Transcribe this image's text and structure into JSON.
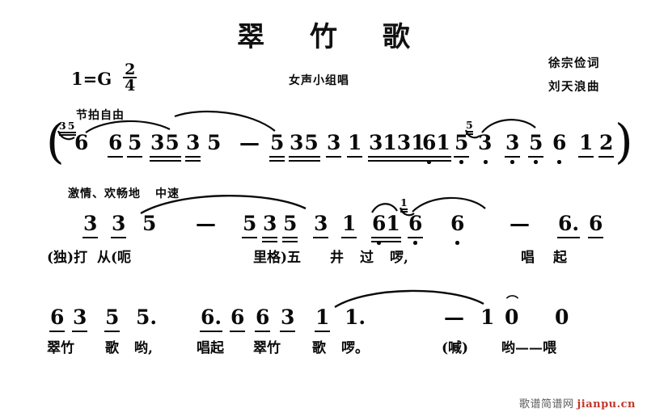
{
  "document": {
    "title": "翠 竹 歌",
    "voicing": "女声小组唱",
    "key_signature": "1=G",
    "key_equals": "=",
    "key_tonic": "1",
    "key_note": "G",
    "time_signature_numerator": "2",
    "time_signature_denominator": "4",
    "lyricist_credit": "徐宗俭词",
    "composer_credit": "刘天浪曲",
    "watermark_text": "歌谱简谱网",
    "watermark_site": "jianpu.cn",
    "watermark_color": "#c0392b"
  },
  "expressions": {
    "free_tempo": "节拍自由",
    "mood": "激情、欢畅地",
    "tempo": "中速"
  },
  "systems": [
    {
      "id": "system-1",
      "open_paren": "(",
      "close_paren": ")",
      "grace_notes": [
        {
          "text": "35",
          "at_note": "6"
        },
        {
          "text": "5",
          "at_note": "3"
        }
      ],
      "notes": [
        "6",
        "6",
        "5",
        "35",
        "3",
        "5",
        "—",
        "5",
        "35",
        "3",
        "1",
        "3131",
        "61",
        "5",
        "3",
        "3",
        "5",
        "6",
        "1",
        "2"
      ],
      "lyrics": []
    },
    {
      "id": "system-2",
      "grace_notes": [
        {
          "text": "1",
          "at_note": "6"
        }
      ],
      "notes": [
        "3",
        "3",
        "5",
        "—",
        "5",
        "3",
        "5",
        "3",
        "1",
        "61",
        "6",
        "6",
        "—",
        "6.",
        "6"
      ],
      "lyrics": [
        "(独)打",
        "从(呃",
        "里格)五",
        "井",
        "过",
        "啰,",
        "唱",
        "起"
      ]
    },
    {
      "id": "system-3",
      "notes": [
        "6",
        "3",
        "5",
        "5.",
        "6.",
        "6",
        "6",
        "3",
        "1",
        "1.",
        "1",
        "—",
        "0",
        "0"
      ],
      "lyrics": [
        "翠竹",
        "歌",
        "哟,",
        "唱起",
        "翠竹",
        "歌",
        "啰。",
        "(喊)",
        "哟——喂"
      ]
    }
  ],
  "chart_data": {
    "type": "table",
    "title": "翠 竹 歌",
    "notation": "jianpu (numbered musical notation)"
  }
}
